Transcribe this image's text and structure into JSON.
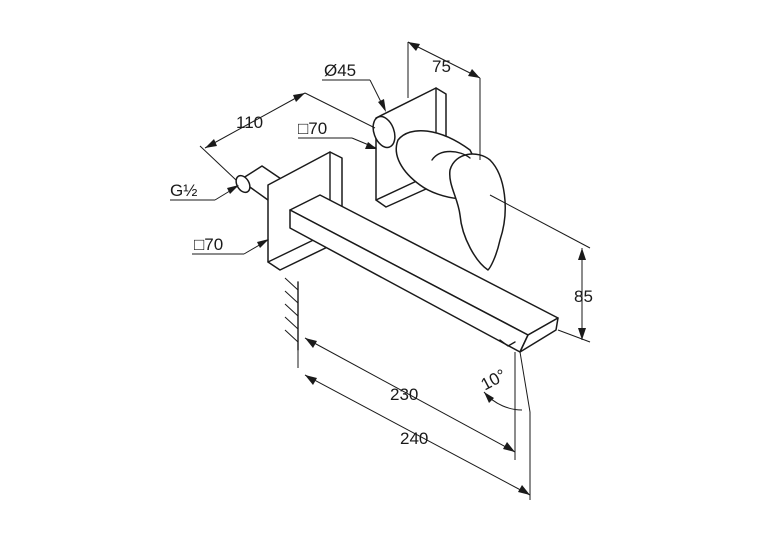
{
  "labels": {
    "dim_75": "75",
    "dim_diameter_45": "Ø45",
    "dim_110": "110",
    "dim_square_70_top": "□70",
    "dim_thread": "G½",
    "dim_square_70_bottom": "□70",
    "dim_85": "85",
    "dim_angle": "10°",
    "dim_230": "230",
    "dim_240": "240"
  }
}
